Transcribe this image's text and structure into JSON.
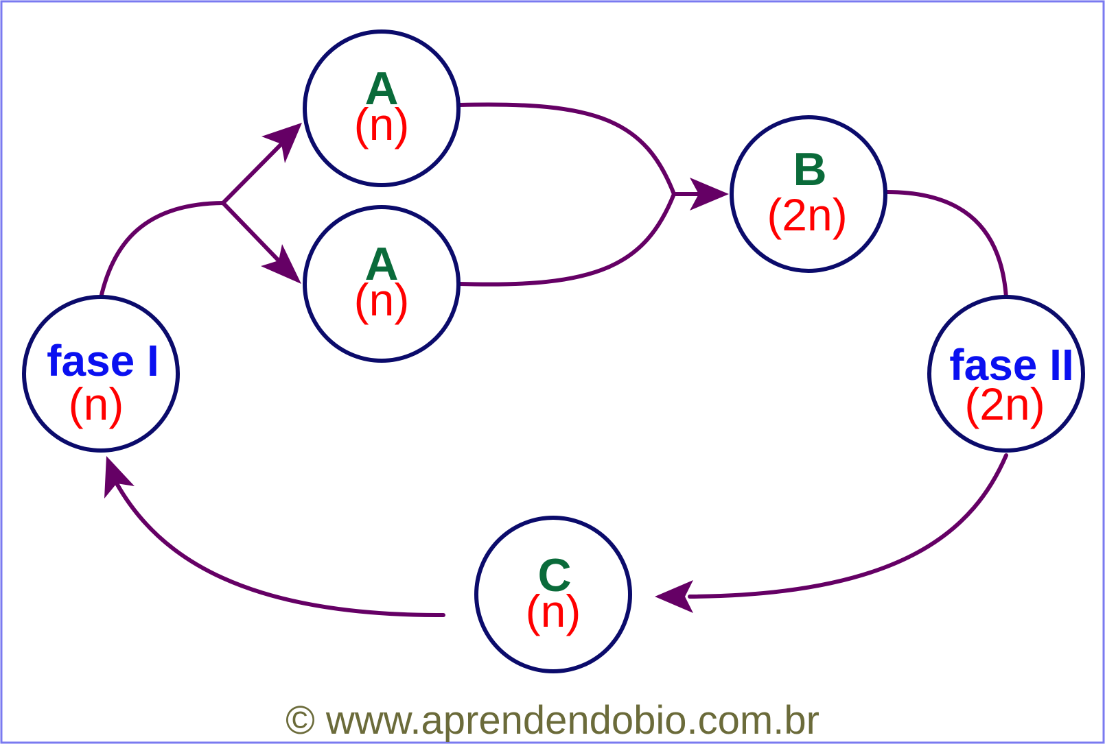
{
  "colors": {
    "border": "#7a7af0",
    "node_stroke": "#0b0b6b",
    "edge": "#650065",
    "letter": "#0a6b3a",
    "phase": "#0a10f0",
    "ploidy": "#ff0000",
    "credit": "#6b6b3a"
  },
  "nodes": {
    "fase1": {
      "name": "fase I",
      "ploidy": "(n)"
    },
    "a_top": {
      "name": "A",
      "ploidy": "(n)"
    },
    "a_bottom": {
      "name": "A",
      "ploidy": "(n)"
    },
    "b": {
      "name": "B",
      "ploidy": "(2n)"
    },
    "fase2": {
      "name": "fase II",
      "ploidy": "(2n)"
    },
    "c": {
      "name": "C",
      "ploidy": "(n)"
    }
  },
  "credit": "© www.aprendendobio.com.br"
}
